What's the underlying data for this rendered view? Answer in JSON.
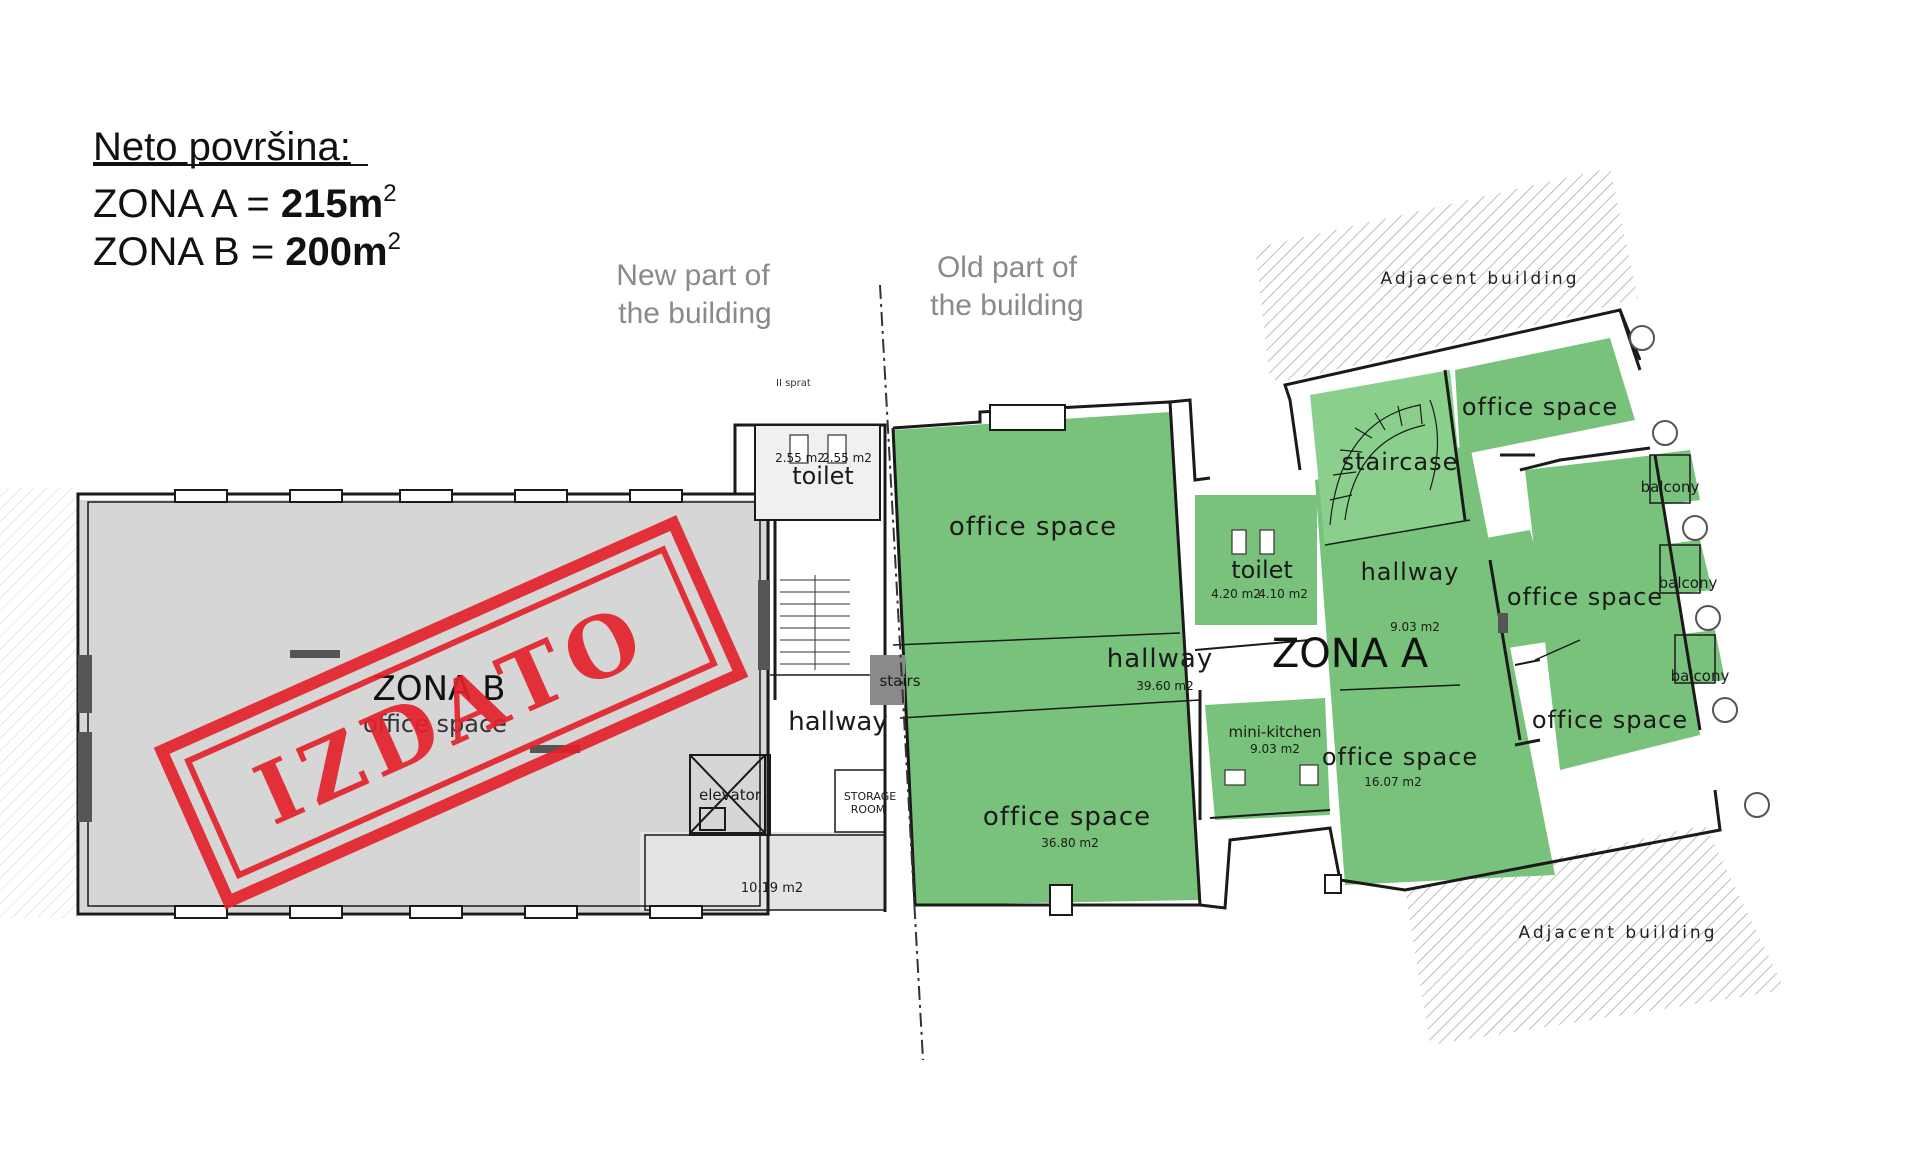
{
  "legend": {
    "heading": "Neto površina:",
    "zone_a_prefix": "ZONA A = ",
    "zone_a_value": "215m",
    "zone_b_prefix": "ZONA B = ",
    "zone_b_value": "200m",
    "sup": "2"
  },
  "annotations": {
    "new_part_line1": "New part of",
    "new_part_line2": "the building",
    "old_part_line1": "Old part of",
    "old_part_line2": "the building",
    "adjacent_top": "Adjacent building",
    "adjacent_bottom": "Adjacent building",
    "floor": "II sprat"
  },
  "zones": {
    "zone_a": "ZONA A",
    "zone_b": "ZONA B",
    "stamp": "IZDATO"
  },
  "rooms": {
    "zb_office": "office space",
    "toilet_top": "toilet",
    "toilet_top_area_1": "2.55 m2",
    "toilet_top_area_2": "2.55 m2",
    "hallway_new": "hallway",
    "stairs": "stairs",
    "elevator": "elevator",
    "storage_1": "STORAGE",
    "storage_2": "ROOM",
    "kitchen_new_area": "10.19 m2",
    "office_nw": "office space",
    "office_sw": "office space",
    "office_sw_area": "36.80 m2",
    "hallway_main": "hallway",
    "hallway_main_area": "39.60 m2",
    "toilet_mid": "toilet",
    "toilet_mid_area_1": "4.20 m2",
    "toilet_mid_area_2": "4.10 m2",
    "mini_kitchen": "mini-kitchen",
    "mini_kitchen_area": "9.03 m2",
    "staircase": "staircase",
    "hallway_east": "hallway",
    "hallway_east_area": "9.03 m2",
    "office_s": "office space",
    "office_s_area": "16.07 m2",
    "office_ne": "office space",
    "office_e1": "office space",
    "office_e2": "office space",
    "balcony_1": "balcony",
    "balcony_2": "balcony",
    "balcony_3": "balcony"
  },
  "colors": {
    "zone_a_fill": "#79c27b",
    "zone_b_fill": "#d6d6d6",
    "stamp_red": "#e2222a",
    "wall": "#1a1a1a"
  }
}
